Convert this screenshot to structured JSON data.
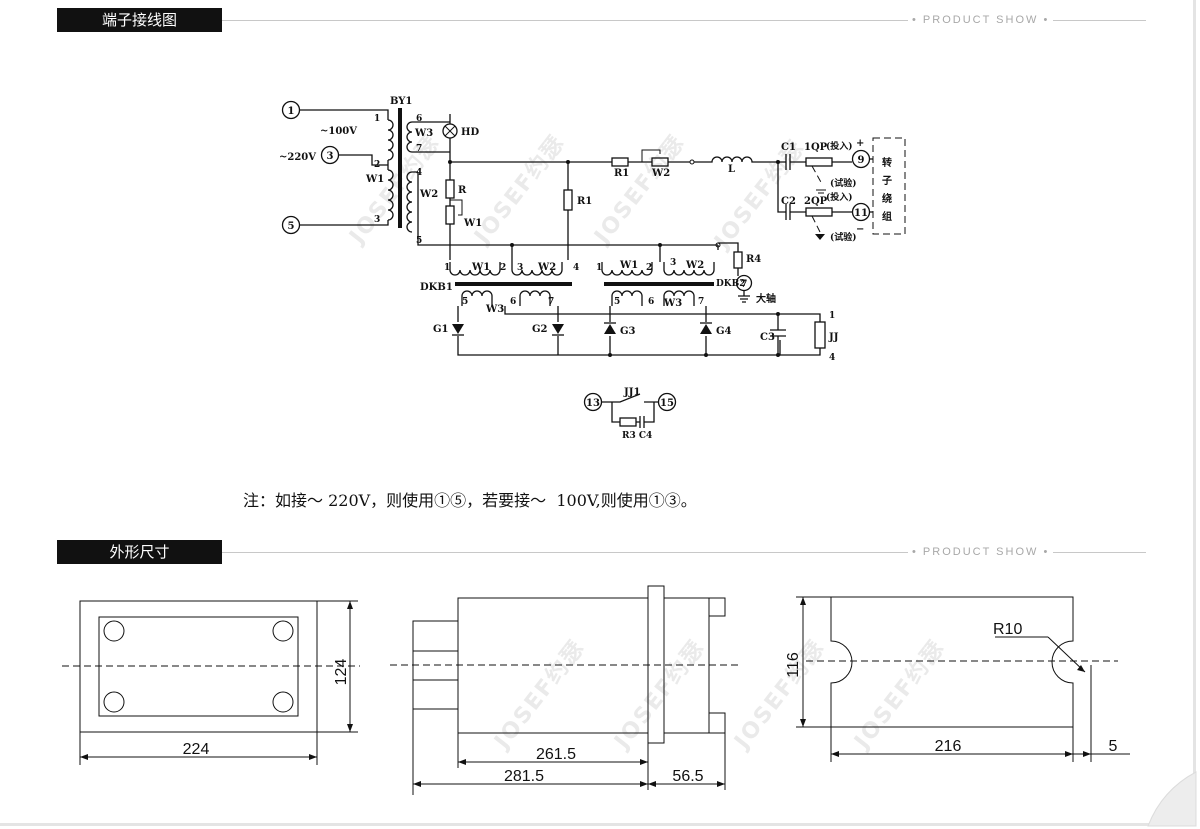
{
  "sections": {
    "terminal": {
      "title": "端子接线图",
      "tagline": "PRODUCT SHOW"
    },
    "outline": {
      "title": "外形尺寸",
      "tagline": "PRODUCT SHOW"
    }
  },
  "watermark": "JOSEF约瑟",
  "note": "注：如接～ 220V，则使用①⑤，若要接～  100V,则使用①③。",
  "circuit": {
    "terminals": [
      "1",
      "3",
      "5",
      "9",
      "11",
      "7",
      "13",
      "15"
    ],
    "labels": {
      "by1": "BY1",
      "v100": "~100V",
      "v220": "~220V",
      "w1": "W1",
      "w2": "W2",
      "w3": "W3",
      "hd": "HD",
      "r": "R",
      "r1": "R1",
      "w1pot": "W1",
      "r1s": "R1",
      "w2s": "W2",
      "l": "L",
      "c1": "C1",
      "c2": "C2",
      "qp1": "1QP",
      "qp2": "2QP",
      "tou": "(投入)",
      "shi": "(试验)",
      "rotor": [
        "转",
        "子",
        "绕",
        "组"
      ],
      "r4": "R4",
      "dazhou": "大轴",
      "dkb1": "DKB1",
      "dkb2": "DKB2",
      "g1": "G1",
      "g2": "G2",
      "g3": "G3",
      "g4": "G4",
      "c3": "C3",
      "jj": "JJ",
      "jj1": "JJ1",
      "r3c4": "R3 C4",
      "n1": "1",
      "n2": "2",
      "n3": "3",
      "n4": "4",
      "n5": "5",
      "n6": "6",
      "n7": "7"
    }
  },
  "dimensions": {
    "d224": "224",
    "d124": "124",
    "d261": "261.5",
    "d281": "281.5",
    "d56": "56.5",
    "d116": "116",
    "d216": "216",
    "d5": "5",
    "r10": "R10"
  }
}
